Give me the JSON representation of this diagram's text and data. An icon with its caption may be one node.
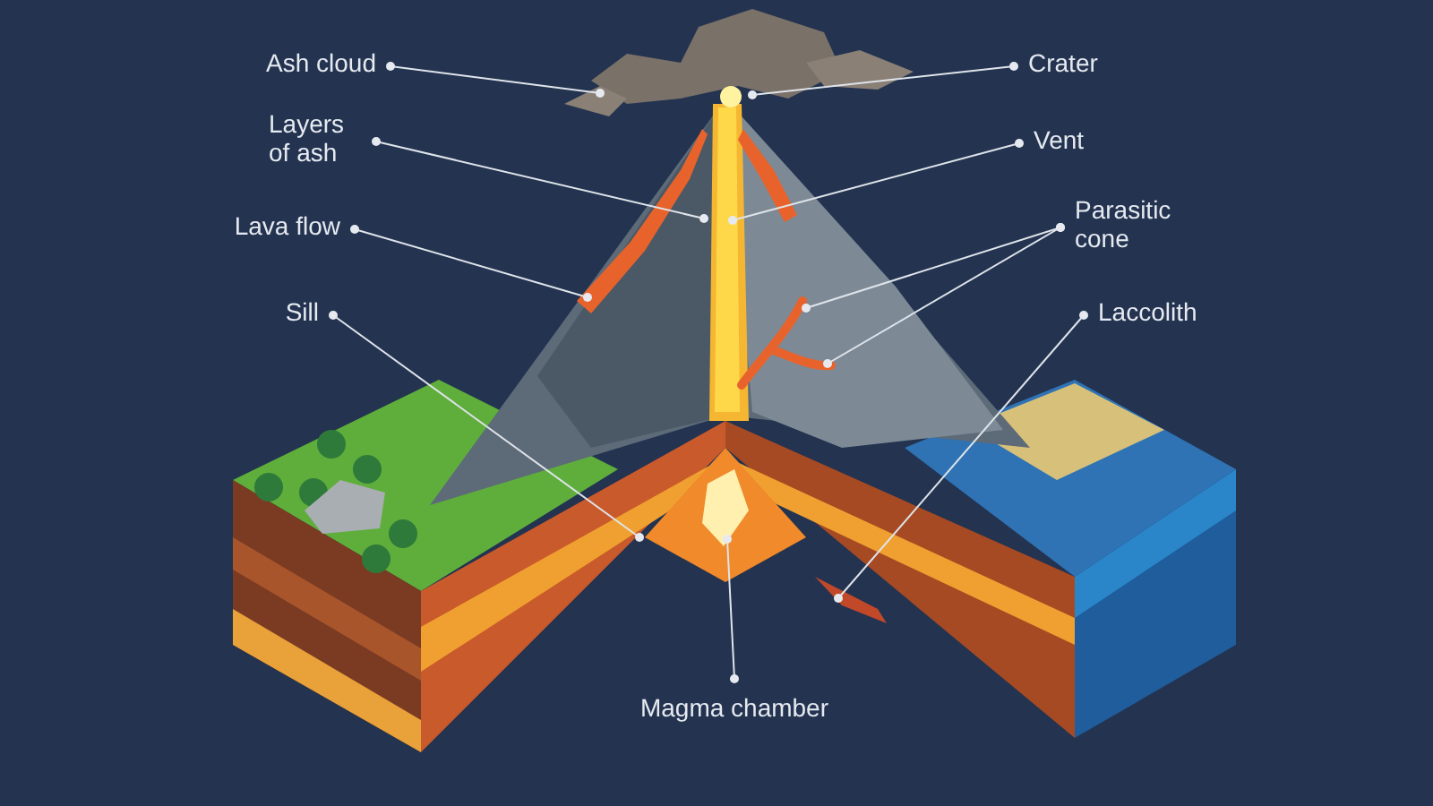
{
  "diagram": {
    "nodes": [
      {
        "text": [
          "Ash cloud"
        ]
      },
      {
        "text": [
          "Crater"
        ]
      },
      {
        "text": [
          "Layers of ash"
        ]
      },
      {
        "text": [
          "Vent"
        ]
      },
      {
        "text": [
          "Lava flow"
        ]
      },
      {
        "text": [
          "Parasitic cone"
        ]
      },
      {
        "text": [
          "Sill"
        ]
      },
      {
        "text": [
          "Laccolith"
        ]
      },
      {
        "text": [
          "Magma chamber"
        ]
      }
    ],
    "edges": [
      {
        "from": 0,
        "to": null,
        "arrow": "other"
      },
      {
        "from": 1,
        "to": null,
        "arrow": "other"
      },
      {
        "from": 2,
        "to": null,
        "arrow": "other"
      },
      {
        "from": 3,
        "to": null,
        "arrow": "other"
      },
      {
        "from": 4,
        "to": null,
        "arrow": "other"
      },
      {
        "from": 5,
        "to": null,
        "arrow": "other"
      },
      {
        "from": 5,
        "to": null,
        "arrow": "other"
      },
      {
        "from": 6,
        "to": null,
        "arrow": "other"
      },
      {
        "from": 7,
        "to": null,
        "arrow": "other"
      },
      {
        "from": 8,
        "to": null,
        "arrow": "other"
      }
    ]
  }
}
